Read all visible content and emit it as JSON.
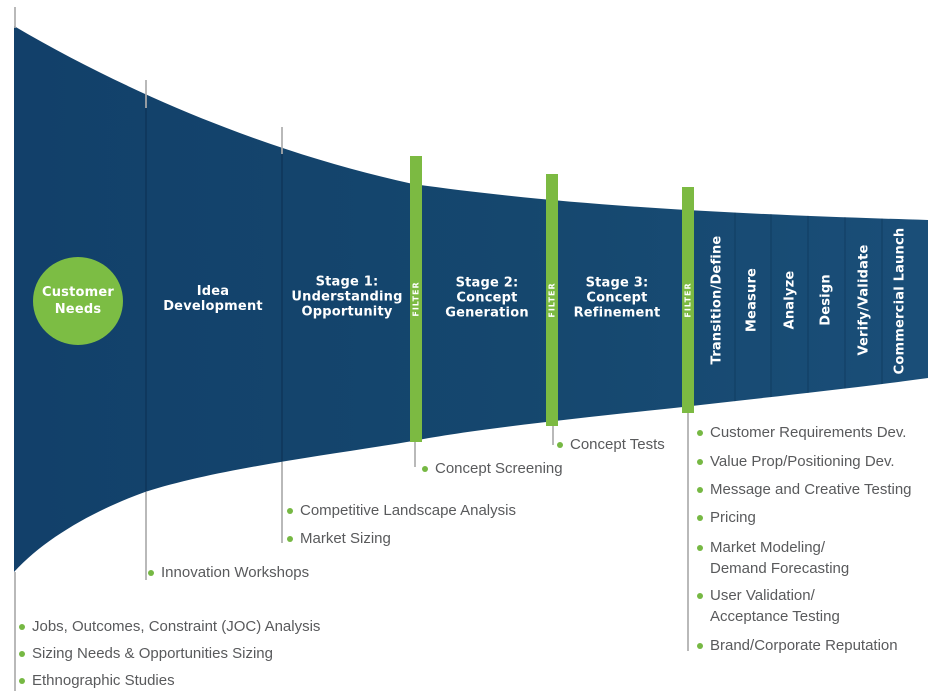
{
  "colors": {
    "funnel_navy": "#15476E",
    "accent_green": "#76B843",
    "text_gray": "#595A5C",
    "divider_gray": "#ADADAD"
  },
  "funnel": {
    "entry_circle": {
      "label": "Customer\nNeeds"
    },
    "stages": [
      {
        "label": "Idea\nDevelopment"
      },
      {
        "label": "Stage 1:\nUnderstanding\nOpportunity"
      },
      {
        "label": "Stage 2:\nConcept\nGeneration"
      },
      {
        "label": "Stage 3:\nConcept\nRefinement"
      }
    ],
    "filters": [
      {
        "label": "FILTER"
      },
      {
        "label": "FILTER"
      },
      {
        "label": "FILTER"
      }
    ],
    "launch_phases": [
      {
        "label": "Transition/Define"
      },
      {
        "label": "Measure"
      },
      {
        "label": "Analyze"
      },
      {
        "label": "Design"
      },
      {
        "label": "Verify/Validate"
      },
      {
        "label": "Commercial Launch"
      }
    ]
  },
  "research_methods": {
    "customer_needs": {
      "items": [
        "Jobs, Outcomes, Constraint (JOC) Analysis",
        "Sizing Needs & Opportunities Sizing",
        "Ethnographic Studies"
      ]
    },
    "idea_development": {
      "items": [
        "Innovation Workshops"
      ]
    },
    "stage_1": {
      "items": [
        "Competitive Landscape Analysis",
        "Market Sizing"
      ]
    },
    "stage_2": {
      "items": [
        "Concept Screening"
      ]
    },
    "stage_3": {
      "items": [
        "Concept Tests"
      ]
    },
    "launch": {
      "items": [
        "Customer Requirements Dev.",
        "Value Prop/Positioning Dev.",
        "Message and Creative Testing",
        "Pricing",
        "Market Modeling/\nDemand Forecasting",
        "User Validation/\nAcceptance Testing",
        "Brand/Corporate Reputation"
      ]
    }
  }
}
